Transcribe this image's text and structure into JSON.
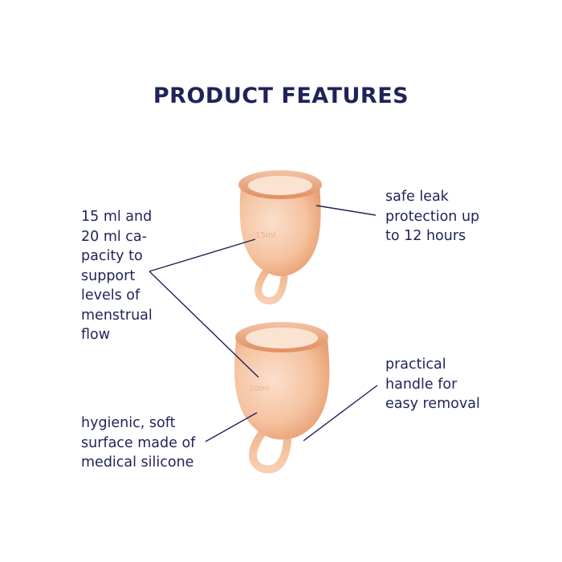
{
  "title": "PRODUCT FEATURES",
  "colors": {
    "text": "#1f2358",
    "cup_body": "#f6c5a3",
    "cup_rim": "#e89a6e",
    "cup_dark": "#d97a4c",
    "background": "#ffffff"
  },
  "products": [
    {
      "name": "cup-small",
      "capacity_marking": "15ml"
    },
    {
      "name": "cup-large",
      "capacity_marking": "20ml"
    }
  ],
  "features": [
    {
      "id": "capacity",
      "text": "15 ml and\n20 ml ca-\npacity to\nsupport\nlevels of\nmenstrual\nflow"
    },
    {
      "id": "leak",
      "text": "safe leak\nprotection up\nto 12 hours"
    },
    {
      "id": "handle",
      "text": "practical\nhandle for\neasy removal"
    },
    {
      "id": "material",
      "text": "hygienic, soft\nsurface made of\nmedical silicone"
    }
  ]
}
